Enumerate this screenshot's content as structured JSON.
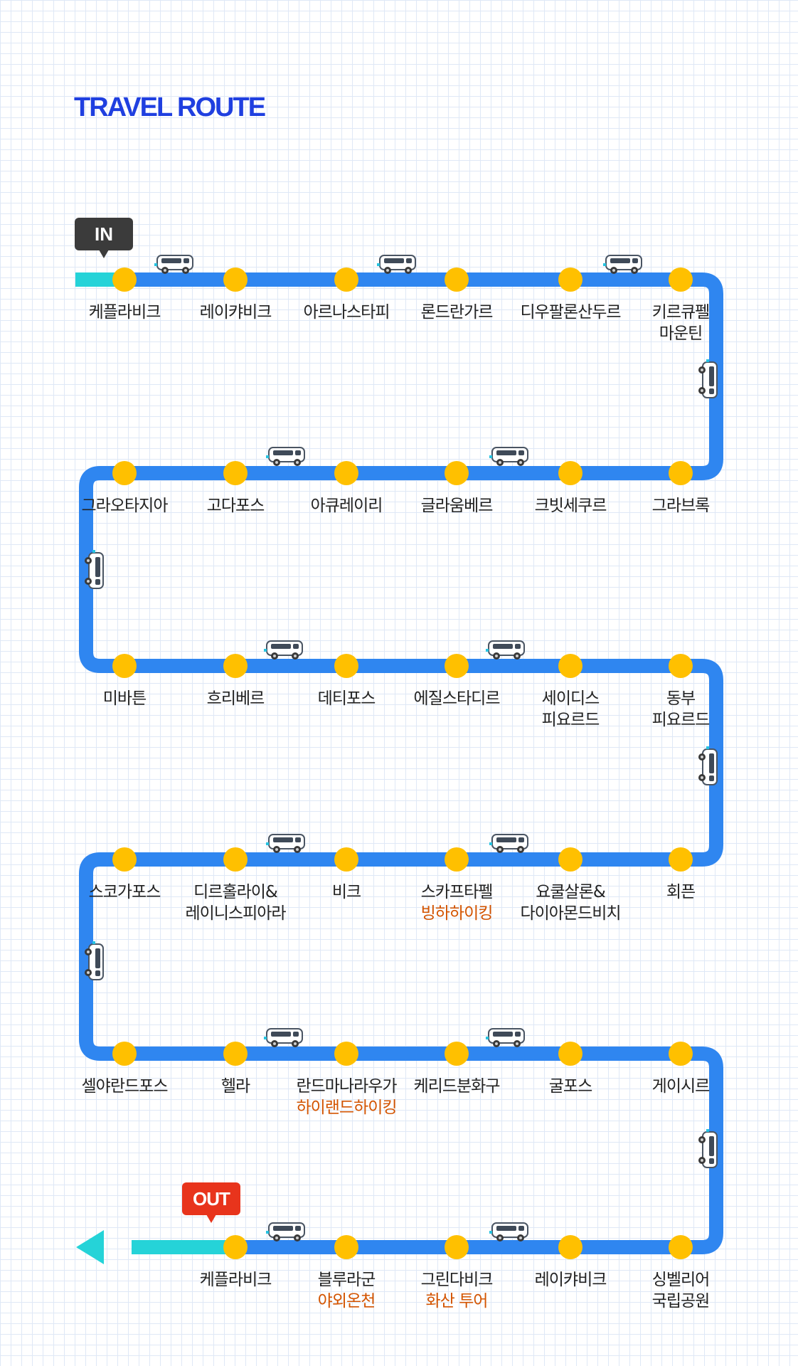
{
  "title": "TRAVEL ROUTE",
  "badges": {
    "in": "IN",
    "out": "OUT"
  },
  "colors": {
    "route": "#2f86f0",
    "start_end": "#25d3d8",
    "station": "#ffc000",
    "title": "#1f3fe0",
    "activity": "#d35400",
    "out_badge": "#e8341c",
    "in_badge": "#3b3b3b"
  },
  "icons": {
    "vehicle": "van-icon",
    "start_arrow": "arrow-left-icon"
  },
  "rows": [
    {
      "stations": [
        {
          "name": [
            "케플라비크"
          ]
        },
        {
          "name": [
            "레이캬비크"
          ]
        },
        {
          "name": [
            "아르나스타피"
          ]
        },
        {
          "name": [
            "론드란가르"
          ]
        },
        {
          "name": [
            "디우팔론산두르"
          ]
        },
        {
          "name": [
            "키르큐펠",
            "마운틴"
          ]
        }
      ]
    },
    {
      "stations": [
        {
          "name": [
            "그라오타지아"
          ]
        },
        {
          "name": [
            "고다포스"
          ]
        },
        {
          "name": [
            "아큐레이리"
          ]
        },
        {
          "name": [
            "글라움베르"
          ]
        },
        {
          "name": [
            "크빗세쿠르"
          ]
        },
        {
          "name": [
            "그라브록"
          ]
        }
      ]
    },
    {
      "stations": [
        {
          "name": [
            "미바튼"
          ]
        },
        {
          "name": [
            "흐리베르"
          ]
        },
        {
          "name": [
            "데티포스"
          ]
        },
        {
          "name": [
            "에질스타디르"
          ]
        },
        {
          "name": [
            "세이디스",
            "피요르드"
          ]
        },
        {
          "name": [
            "동부",
            "피요르드"
          ]
        }
      ]
    },
    {
      "stations": [
        {
          "name": [
            "스코가포스"
          ]
        },
        {
          "name": [
            "디르홀라이&",
            "레이니스피아라"
          ]
        },
        {
          "name": [
            "비크"
          ]
        },
        {
          "name": [
            "스카프타펠"
          ],
          "activity": "빙하하이킹"
        },
        {
          "name": [
            "요쿨살론&",
            "다이아몬드비치"
          ]
        },
        {
          "name": [
            "회픈"
          ]
        }
      ]
    },
    {
      "stations": [
        {
          "name": [
            "셀야란드포스"
          ]
        },
        {
          "name": [
            "헬라"
          ]
        },
        {
          "name": [
            "란드마나라우가"
          ],
          "activity": "하이랜드하이킹"
        },
        {
          "name": [
            "케리드분화구"
          ]
        },
        {
          "name": [
            "굴포스"
          ]
        },
        {
          "name": [
            "게이시르"
          ]
        }
      ]
    },
    {
      "stations": [
        {
          "name": [
            "케플라비크"
          ]
        },
        {
          "name": [
            "블루라군"
          ],
          "activity": "야외온천"
        },
        {
          "name": [
            "그린다비크"
          ],
          "activity": "화산 투어"
        },
        {
          "name": [
            "레이캬비크"
          ]
        },
        {
          "name": [
            "싱벨리어",
            "국립공원"
          ]
        }
      ]
    }
  ]
}
